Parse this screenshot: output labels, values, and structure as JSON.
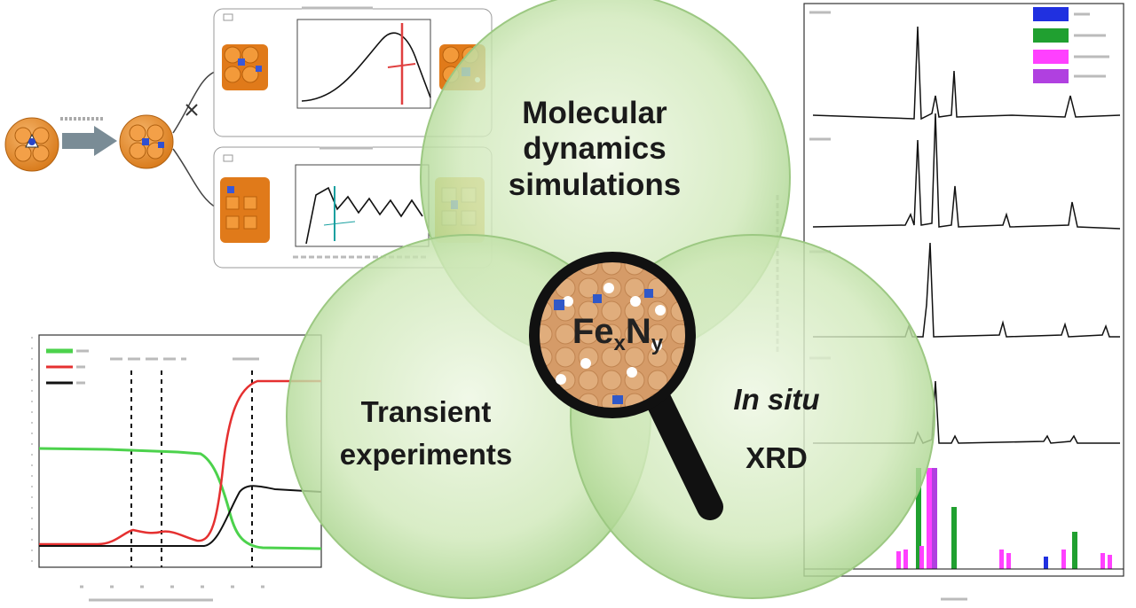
{
  "bubbles": {
    "molecular_dynamics": "Molecular dynamics simulations",
    "transient": "Transient experiments",
    "insitu_italic": "In situ",
    "insitu_rest": "XRD"
  },
  "magnifier": {
    "formula_base": "Fe",
    "sub_x": "x",
    "mid": "N",
    "sub_y": "y"
  },
  "colors": {
    "bubble_fill": "#cfe8b8",
    "bubble_stroke": "#8fbf72",
    "nh3_line": "#4cd24c",
    "n2_line": "#e53030",
    "h2_line": "#111111",
    "xrd_fe": "#2030e0",
    "xrd_fe4n": "#20a030",
    "xrd_fe3n": "#ff40ff",
    "xrd_fe2n": "#b040e0",
    "orange_cluster": "#e9892a"
  }
}
